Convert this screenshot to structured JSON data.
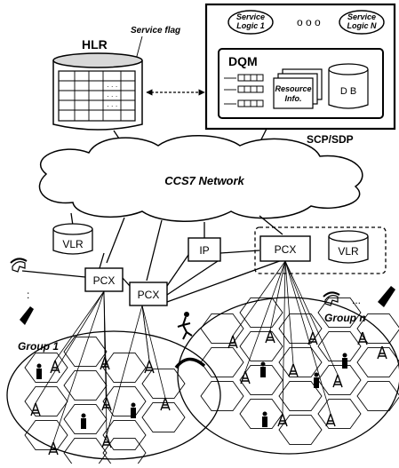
{
  "labels": {
    "hlr": "HLR",
    "service_flag": "Service flag",
    "service_logic_1": [
      "Service",
      "Logic 1"
    ],
    "service_logic_n": [
      "Service",
      "Logic N"
    ],
    "dots": "o o o",
    "dqm": "DQM",
    "resource_info": [
      "Resource",
      "Info."
    ],
    "db": "D B",
    "scp_sdp": "SCP/SDP",
    "ccs7": "CCS7 Network",
    "vlr": "VLR",
    "ip": "IP",
    "pcx": "PCX",
    "group_1": "Group 1",
    "group_n": "Group n",
    "ellipsis": "...",
    "vdots": ":"
  }
}
